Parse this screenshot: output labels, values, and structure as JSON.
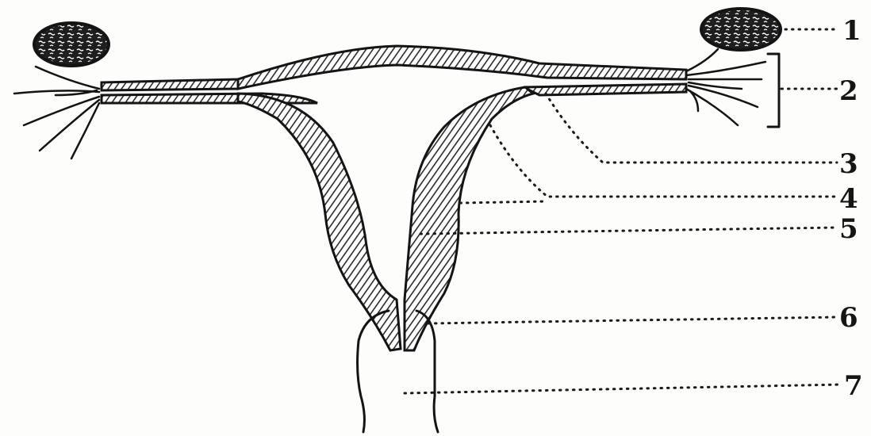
{
  "labels": [
    {
      "id": "label-1",
      "text": "1"
    },
    {
      "id": "label-2",
      "text": "2"
    },
    {
      "id": "label-3",
      "text": "3"
    },
    {
      "id": "label-4",
      "text": "4"
    },
    {
      "id": "label-5",
      "text": "5"
    },
    {
      "id": "label-6",
      "text": "6"
    },
    {
      "id": "label-7",
      "text": "7"
    }
  ],
  "colors": {
    "ink": "#141414",
    "paper": "#fdfdfb",
    "hatch": "#333333"
  }
}
